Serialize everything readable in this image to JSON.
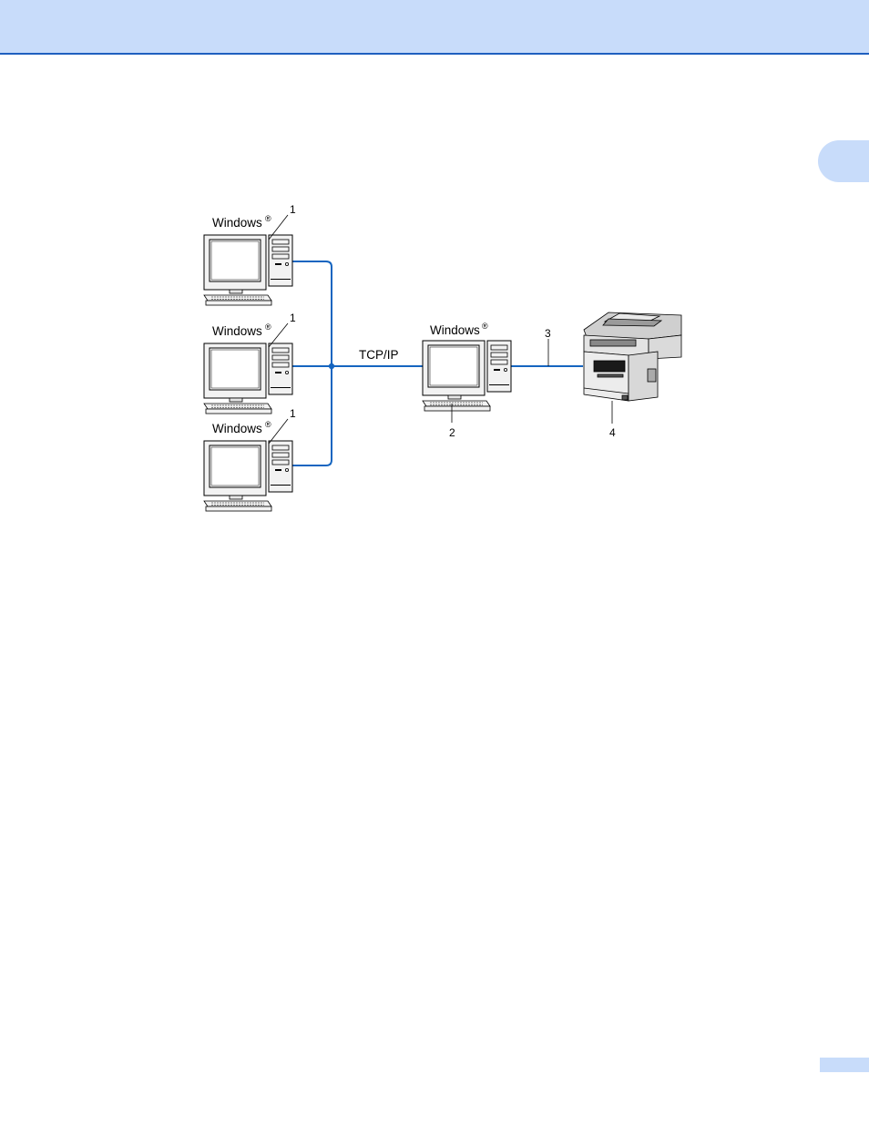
{
  "header": {
    "band_color": "#c8dcfa",
    "rule_color": "#1f5fbf"
  },
  "diagram": {
    "os_label": "Windows",
    "registered_mark": "®",
    "protocol_label": "TCP/IP",
    "callouts": [
      "1",
      "1",
      "1",
      "2",
      "3",
      "4"
    ],
    "link_color": "#1565c0"
  }
}
